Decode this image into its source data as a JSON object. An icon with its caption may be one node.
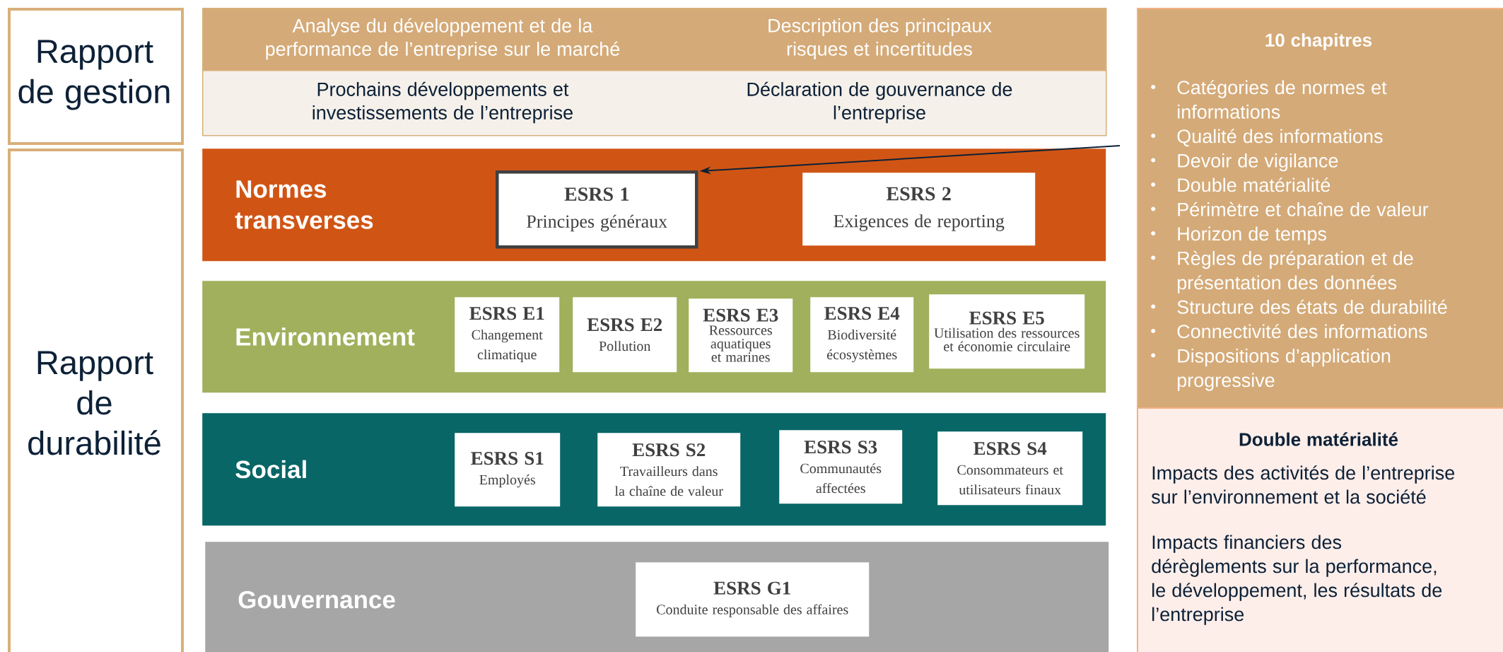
{
  "diagram": {
    "nodes": [
      {
        "text": [
          "Rapport de gestion"
        ]
      },
      {
        "text": [
          "Rapport de durabilité"
        ]
      },
      {
        "text": [
          "Analyse du développement et de la performance de l’entreprise sur le marché",
          "Description des principaux risques et incertitudes"
        ]
      },
      {
        "text": [
          "Prochains développements et investissements de l’entreprise",
          "Déclaration de gouvernance de l’entreprise"
        ]
      },
      {
        "text": [
          "Normes transverses"
        ]
      },
      {
        "text": [
          "ESRS 1",
          "Principes généraux"
        ],
        "in": 4
      },
      {
        "text": [
          "ESRS 2",
          "Exigences de reporting"
        ],
        "in": 4
      },
      {
        "text": [
          "Environnement"
        ]
      },
      {
        "text": [
          "ESRS E1",
          "Changement climatique"
        ],
        "in": 7
      },
      {
        "text": [
          "ESRS E2",
          "Pollution"
        ],
        "in": 7
      },
      {
        "text": [
          "ESRS E3",
          "Ressources aquatiques et marines"
        ],
        "in": 7
      },
      {
        "text": [
          "ESRS E4",
          "Biodiversité écosystèmes"
        ],
        "in": 7
      },
      {
        "text": [
          "ESRS E5",
          "Utilisation des ressources et économie circulaire"
        ],
        "in": 7
      },
      {
        "text": [
          "Social"
        ]
      },
      {
        "text": [
          "ESRS S1",
          "Employés"
        ],
        "in": 13
      },
      {
        "text": [
          "ESRS S2",
          "Travailleurs dans la chaîne de valeur"
        ],
        "in": 13
      },
      {
        "text": [
          "ESRS S3",
          "Communautés affectées"
        ],
        "in": 13
      },
      {
        "text": [
          "ESRS S4",
          "Consommateurs et utilisateurs finaux"
        ],
        "in": 13
      },
      {
        "text": [
          "Gouvernance"
        ]
      },
      {
        "text": [
          "ESRS G1",
          "Conduite responsable des affaires"
        ],
        "in": 18
      },
      {
        "text": [
          "10 chapitres",
          "Catégories de normes et informations",
          "Qualité des informations",
          "Devoir de vigilance",
          "Double matérialité",
          "Périmètre et chaîne de valeur",
          "Horizon de temps",
          "Règles de préparation et de présentation des données",
          "Structure des états de durabilité",
          "Connectivité des informations",
          "Dispositions d’application progressive"
        ]
      },
      {
        "text": [
          "Double matérialité",
          "Impacts des activités de l’entreprise sur l’environnement et la société",
          "Impacts financiers des dérèglements sur la performance, le développement, les résultats de l’entreprise"
        ]
      }
    ],
    "edges": [
      {
        "from": 20,
        "to": 5,
        "arrow": "to"
      }
    ]
  }
}
